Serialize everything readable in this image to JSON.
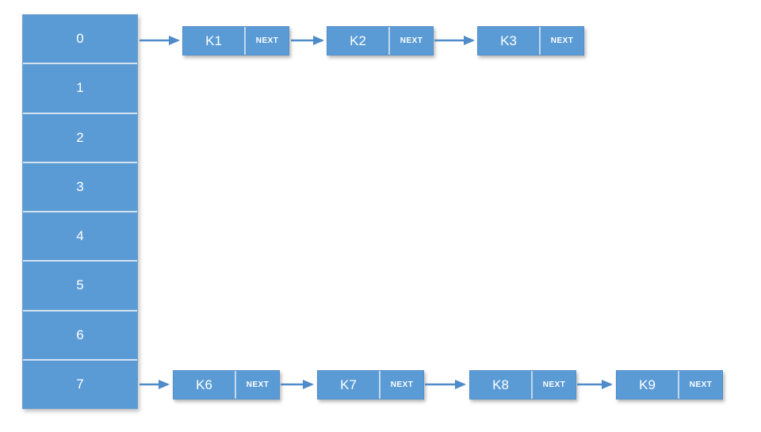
{
  "diagram": {
    "title": "hash-table-separate-chaining",
    "colors": {
      "shape_fill": "#5b9bd5",
      "cell_divider": "#d3e2f2",
      "node_divider": "#c3d9ef",
      "arrow": "#4f8bc9",
      "text": "#ffffff",
      "canvas": "#ffffff"
    },
    "buckets": [
      "0",
      "1",
      "2",
      "3",
      "4",
      "5",
      "6",
      "7"
    ],
    "chains": [
      {
        "from_bucket": "0",
        "nodes": [
          {
            "key": "K1",
            "pointer": "NEXT"
          },
          {
            "key": "K2",
            "pointer": "NEXT"
          },
          {
            "key": "K3",
            "pointer": "NEXT"
          }
        ]
      },
      {
        "from_bucket": "7",
        "nodes": [
          {
            "key": "K6",
            "pointer": "NEXT"
          },
          {
            "key": "K7",
            "pointer": "NEXT"
          },
          {
            "key": "K8",
            "pointer": "NEXT"
          },
          {
            "key": "K9",
            "pointer": "NEXT"
          }
        ]
      }
    ]
  }
}
